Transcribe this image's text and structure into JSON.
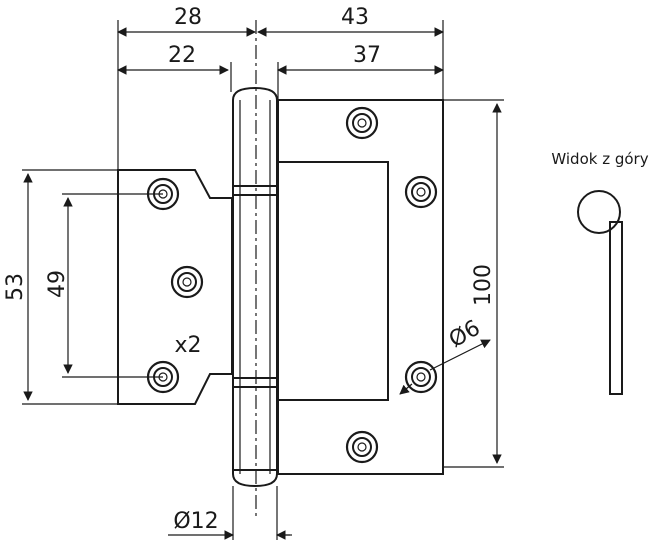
{
  "dimensions": {
    "overall_left_width": "28",
    "overall_right_width": "43",
    "inner_left_width": "22",
    "inner_right_width": "37",
    "left_leaf_height_outer": "53",
    "left_leaf_hole_spacing": "49",
    "right_leaf_height": "100",
    "hole_diameter": "Ø6",
    "pin_diameter": "Ø12",
    "hole_count_note": "x2"
  },
  "top_view": {
    "title": "Widok z góry"
  }
}
